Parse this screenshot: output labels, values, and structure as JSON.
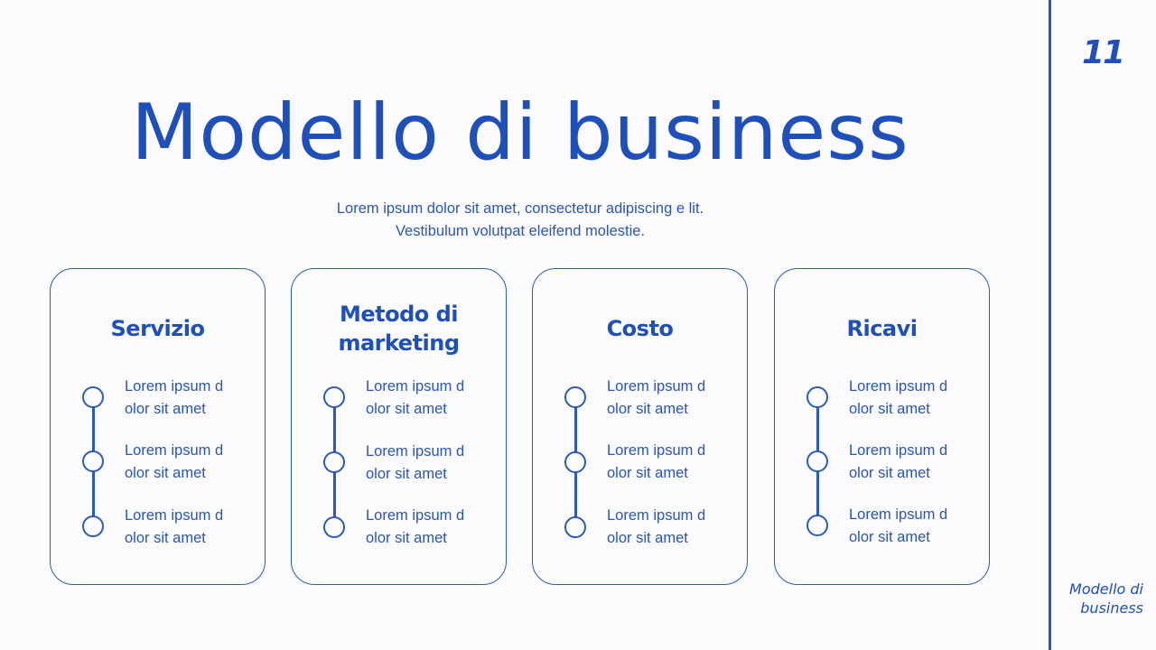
{
  "slide": {
    "page_number": "11",
    "title": "Modello di business",
    "subtitle": "Lorem ipsum dolor sit amet, consectetur adipiscing e lit. Vestibulum volutpat eleifend molestie.",
    "side_caption_line1": "Modello di",
    "side_caption_line2": "business",
    "accent_color": "#1f4fb8"
  },
  "cards": [
    {
      "title": "Servizio",
      "items": [
        {
          "line1": "Lorem ipsum d",
          "line2": "olor sit amet"
        },
        {
          "line1": "Lorem ipsum d",
          "line2": "olor sit amet"
        },
        {
          "line1": "Lorem ipsum d",
          "line2": "olor sit amet"
        }
      ]
    },
    {
      "title_line1": "Metodo di",
      "title_line2": "marketing",
      "items": [
        {
          "line1": "Lorem ipsum d",
          "line2": "olor sit amet"
        },
        {
          "line1": "Lorem ipsum d",
          "line2": "olor sit amet"
        },
        {
          "line1": "Lorem ipsum d",
          "line2": "olor sit amet"
        }
      ]
    },
    {
      "title": "Costo",
      "items": [
        {
          "line1": "Lorem ipsum d",
          "line2": "olor sit amet"
        },
        {
          "line1": "Lorem ipsum d",
          "line2": "olor sit amet"
        },
        {
          "line1": "Lorem ipsum d",
          "line2": "olor sit amet"
        }
      ]
    },
    {
      "title": "Ricavi",
      "items": [
        {
          "line1": "Lorem ipsum d",
          "line2": "olor sit amet"
        },
        {
          "line1": "Lorem ipsum d",
          "line2": "olor sit amet"
        },
        {
          "line1": "Lorem ipsum d",
          "line2": "olor sit amet"
        }
      ]
    }
  ]
}
